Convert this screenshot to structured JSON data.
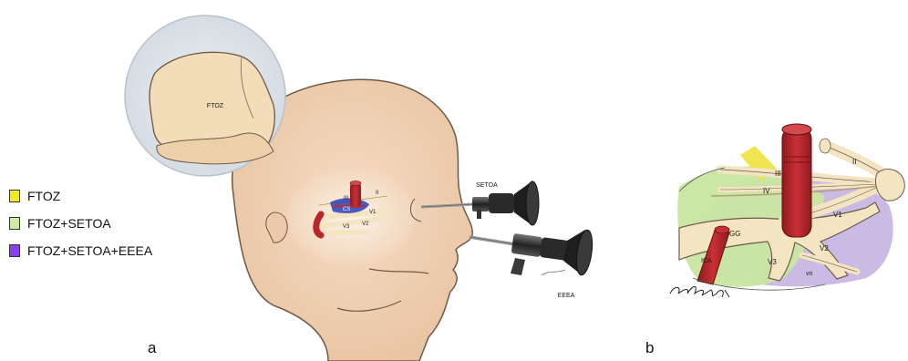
{
  "legend": {
    "items": [
      {
        "label": "FTOZ",
        "color": "#f4ea1f"
      },
      {
        "label": "FTOZ+SETOA",
        "color": "#cdeea2"
      },
      {
        "label": "FTOZ+SETOA+EEEA",
        "color": "#8a3ef2"
      }
    ]
  },
  "panel_a": {
    "label": "a",
    "magnified_label": "FTOZ",
    "endoscope_top_label": "SETOA",
    "endoscope_bottom_label": "EEEA",
    "inset_labels": {
      "iii": "III",
      "ii": "II",
      "cs": "CS",
      "v1": "V1",
      "v2": "V2",
      "v3": "V3"
    }
  },
  "panel_b": {
    "label": "b",
    "labels": {
      "iii": "III",
      "ii": "II",
      "iv": "IV",
      "v1": "V1",
      "gg": "GG",
      "v2": "V2",
      "v3": "V3",
      "vn": "vn",
      "ica": "ICA"
    }
  },
  "colors": {
    "skin": "#f1d3b6",
    "artery": "#b9272b",
    "nerve": "#f4e5c2",
    "bone": "#f3dcb8"
  }
}
